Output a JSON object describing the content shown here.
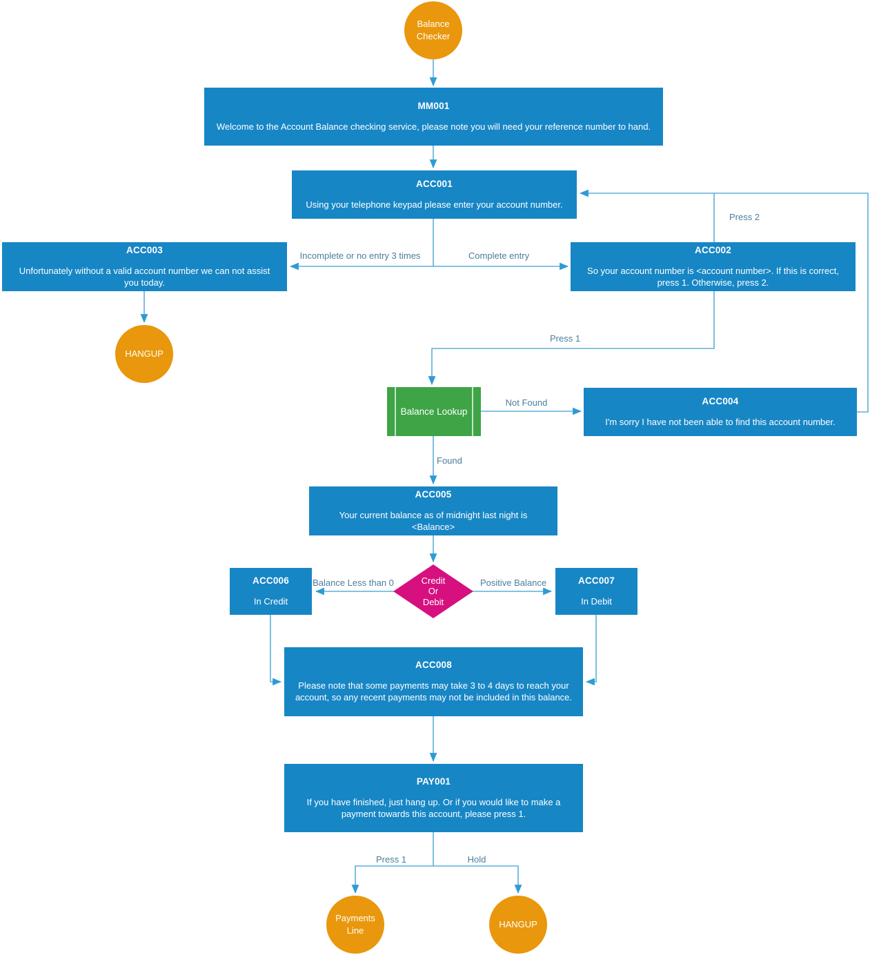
{
  "colors": {
    "box_blue": "#1786C5",
    "process_green": "#3EA446",
    "decision_pink": "#D6107E",
    "terminal_orange": "#E9970C",
    "connector_line": "#5BAFDC",
    "arrow_head": "#2E9BD5",
    "edge_label_text": "#4A7E9B"
  },
  "nodes": {
    "start": {
      "label": "Balance\nChecker"
    },
    "mm001": {
      "title": "MM001",
      "text": "Welcome to the Account Balance checking service, please note you will need your reference number to hand."
    },
    "acc001": {
      "title": "ACC001",
      "text": "Using your telephone keypad please enter your account number."
    },
    "acc003": {
      "title": "ACC003",
      "text": "Unfortunately without a valid account number we can not assist you today."
    },
    "acc002": {
      "title": "ACC002",
      "text": "So your account number is <account number>. If this is correct, press 1. Otherwise, press 2."
    },
    "hangup_left": {
      "label": "HANGUP"
    },
    "balance_lookup": {
      "label": "Balance Lookup"
    },
    "acc004": {
      "title": "ACC004",
      "text": "I'm sorry I have not been able to find this account number."
    },
    "acc005": {
      "title": "ACC005",
      "text": "Your current balance as of midnight last night is <Balance>"
    },
    "credit_or_debit": {
      "label": "Credit\nOr\nDebit"
    },
    "acc006": {
      "title": "ACC006",
      "text": "In Credit"
    },
    "acc007": {
      "title": "ACC007",
      "text": "In Debit"
    },
    "acc008": {
      "title": "ACC008",
      "text": "Please note that some payments may take 3 to 4 days to reach your account, so any recent payments may not be included in this balance."
    },
    "pay001": {
      "title": "PAY001",
      "text": "If you have finished, just hang up. Or if you would like to make a payment towards this account, please press 1."
    },
    "payments_line": {
      "label": "Payments\nLine"
    },
    "hangup_bottom": {
      "label": "HANGUP"
    }
  },
  "edge_labels": {
    "incomplete": "Incomplete or no entry 3 times",
    "complete_entry": "Complete entry",
    "press_2": "Press 2",
    "press_1_confirm": "Press 1",
    "not_found": "Not Found",
    "found": "Found",
    "balance_less_than_0": "Balance Less than 0",
    "positive_balance": "Positive Balance",
    "press_1_payment": "Press 1",
    "hold": "Hold"
  }
}
